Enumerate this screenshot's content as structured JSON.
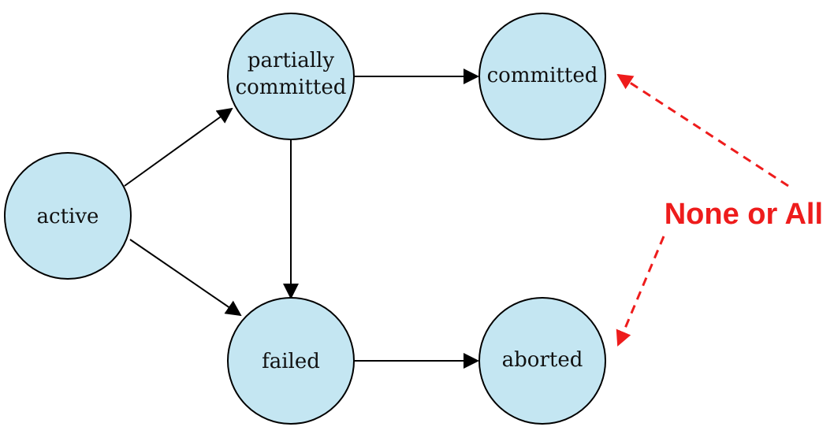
{
  "states": {
    "active": "active",
    "partially_committed": [
      "partially",
      "committed"
    ],
    "committed": "committed",
    "failed": "failed",
    "aborted": "aborted"
  },
  "annotation": "None or All",
  "colors": {
    "node_fill": "#c4e6f2",
    "node_stroke": "#000000",
    "arrow": "#000000",
    "annotation": "#ee1c1c"
  }
}
